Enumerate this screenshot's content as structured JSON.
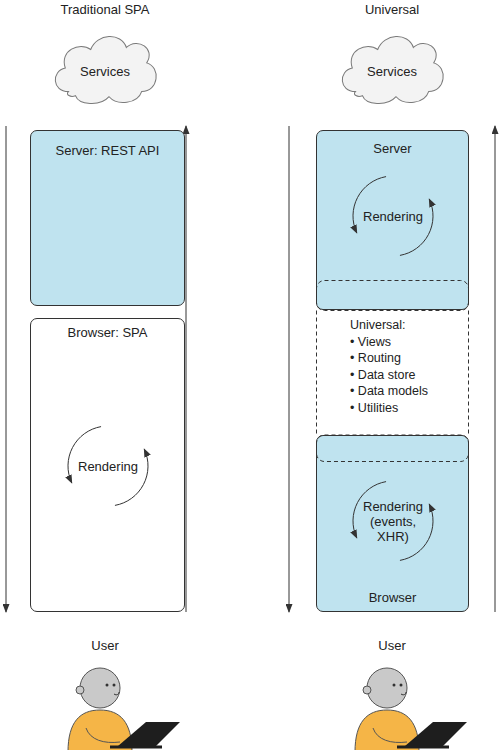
{
  "diagram": {
    "nodes": [
      {
        "text": [
          "Services"
        ]
      },
      {
        "text": [
          "Server: REST API"
        ]
      },
      {
        "text": [
          "Browser: SPA"
        ]
      },
      {
        "text": [
          "Rendering"
        ],
        "in": 2
      },
      {
        "text": [
          "Services"
        ]
      },
      {
        "text": [
          "Server"
        ]
      },
      {
        "text": [
          "Rendering"
        ],
        "in": 5
      },
      {
        "text": [
          "Universal:",
          "• Views",
          "• Routing",
          "• Data store",
          "• Data models",
          "• Utilities"
        ]
      },
      {
        "text": [
          "Browser"
        ]
      },
      {
        "text": [
          "Rendering (events, XHR)"
        ],
        "in": 8
      }
    ],
    "labels": [
      "Traditional SPA",
      "Universal",
      "User",
      "User"
    ]
  }
}
